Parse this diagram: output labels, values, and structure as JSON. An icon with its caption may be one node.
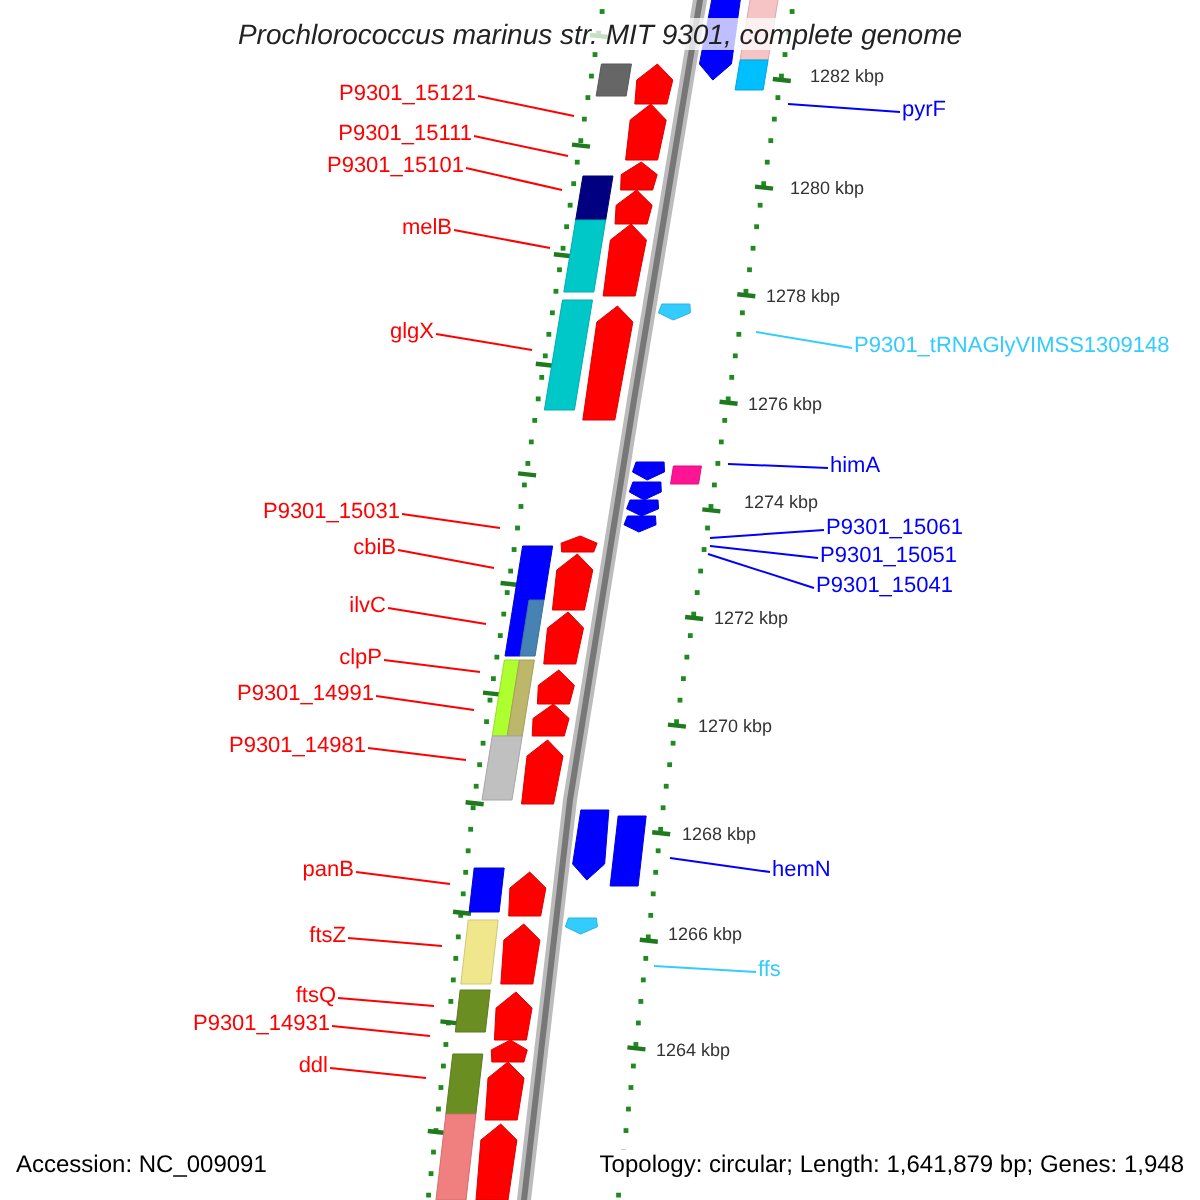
{
  "diagram": {
    "title": "Prochlorococcus marinus str. MIT 9301, complete genome",
    "nodes": [
      {
        "text": [
          "P9301_15121"
        ]
      },
      {
        "text": [
          "P9301_15111"
        ]
      },
      {
        "text": [
          "P9301_15101"
        ]
      },
      {
        "text": [
          "melB"
        ]
      },
      {
        "text": [
          "glgX"
        ]
      },
      {
        "text": [
          "P9301_15031"
        ]
      },
      {
        "text": [
          "cbiB"
        ]
      },
      {
        "text": [
          "ilvC"
        ]
      },
      {
        "text": [
          "clpP"
        ]
      },
      {
        "text": [
          "P9301_14991"
        ]
      },
      {
        "text": [
          "P9301_14981"
        ]
      },
      {
        "text": [
          "panB"
        ]
      },
      {
        "text": [
          "ftsZ"
        ]
      },
      {
        "text": [
          "ftsQ"
        ]
      },
      {
        "text": [
          "P9301_14931"
        ]
      },
      {
        "text": [
          "ddl"
        ]
      },
      {
        "text": [
          "pyrF"
        ]
      },
      {
        "text": [
          "P9301_tRNAGlyVIMSS1309148"
        ]
      },
      {
        "text": [
          "himA"
        ]
      },
      {
        "text": [
          "P9301_15061"
        ]
      },
      {
        "text": [
          "P9301_15051"
        ]
      },
      {
        "text": [
          "P9301_15041"
        ]
      },
      {
        "text": [
          "hemN"
        ]
      },
      {
        "text": [
          "ffs"
        ]
      }
    ],
    "edges": [
      {
        "from": 0,
        "to": null,
        "arrow": "none"
      },
      {
        "from": 1,
        "to": null,
        "arrow": "none"
      },
      {
        "from": 2,
        "to": null,
        "arrow": "none"
      },
      {
        "from": 3,
        "to": null,
        "arrow": "none"
      },
      {
        "from": 4,
        "to": null,
        "arrow": "none"
      },
      {
        "from": 5,
        "to": null,
        "arrow": "none"
      },
      {
        "from": 6,
        "to": null,
        "arrow": "none"
      },
      {
        "from": 7,
        "to": null,
        "arrow": "none"
      },
      {
        "from": 8,
        "to": null,
        "arrow": "none"
      },
      {
        "from": 9,
        "to": null,
        "arrow": "none"
      },
      {
        "from": 10,
        "to": null,
        "arrow": "none"
      },
      {
        "from": 11,
        "to": null,
        "arrow": "none"
      },
      {
        "from": 12,
        "to": null,
        "arrow": "none"
      },
      {
        "from": 13,
        "to": null,
        "arrow": "none"
      },
      {
        "from": 14,
        "to": null,
        "arrow": "none"
      },
      {
        "from": 15,
        "to": null,
        "arrow": "none"
      },
      {
        "from": 16,
        "to": null,
        "arrow": "none",
        "color": "#0000ff"
      },
      {
        "from": 17,
        "to": null,
        "arrow": "none",
        "color": "#33ccff"
      },
      {
        "from": 18,
        "to": null,
        "arrow": "none",
        "color": "#0000ff"
      },
      {
        "from": 19,
        "to": null,
        "arrow": "none",
        "color": "#0000ff"
      },
      {
        "from": 20,
        "to": null,
        "arrow": "none",
        "color": "#0000ff"
      },
      {
        "from": 21,
        "to": null,
        "arrow": "none",
        "color": "#0000ff"
      },
      {
        "from": 22,
        "to": null,
        "arrow": "none",
        "color": "#0000ff"
      },
      {
        "from": 23,
        "to": null,
        "arrow": "none",
        "color": "#33ccff"
      }
    ],
    "labels": [
      "1282 kbp",
      "1280 kbp",
      "1278 kbp",
      "1276 kbp",
      "1274 kbp",
      "1272 kbp",
      "1270 kbp",
      "1268 kbp",
      "1266 kbp",
      "1264 kbp",
      "Accession: NC_009091",
      "Topology: circular; Length: 1,641,879 bp; Genes: 1,948"
    ]
  }
}
